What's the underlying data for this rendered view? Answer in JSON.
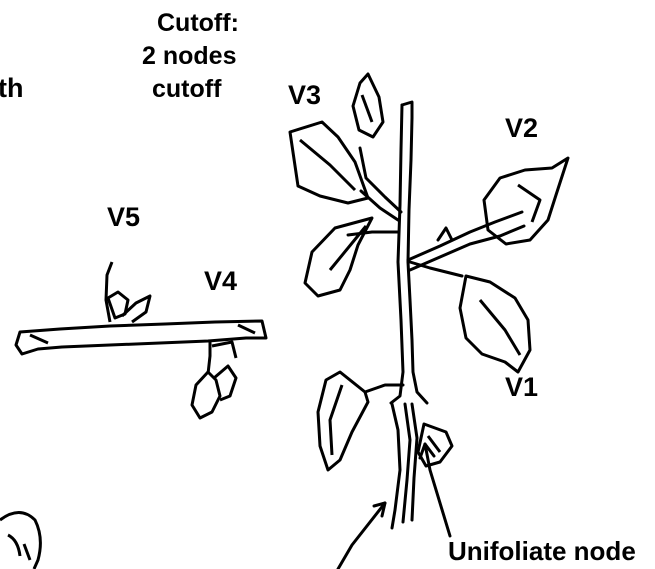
{
  "labels": {
    "cutoff_title": "Cutoff:",
    "cutoff_line2": "2 nodes",
    "cutoff_line3": "cutoff",
    "edge_fragment": "th",
    "v1": "V1",
    "v2": "V2",
    "v3": "V3",
    "v4": "V4",
    "v5": "V5",
    "unifoliate": "Unifoliate node"
  },
  "colors": {
    "ink": "#000000",
    "paper": "#ffffff"
  }
}
